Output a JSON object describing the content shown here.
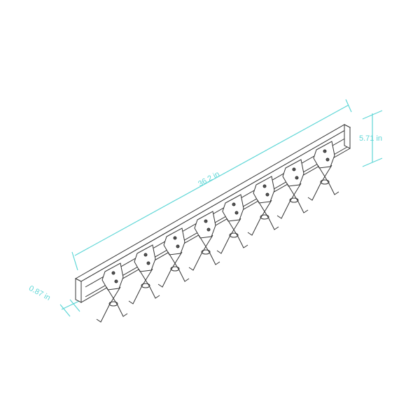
{
  "diagram": {
    "subject": "wall-mounted rail with 8 pivoting hooks",
    "hook_count": 8,
    "colors": {
      "dimension": "#5ed6d6",
      "line": "#333333",
      "background": "#ffffff"
    },
    "dimensions": {
      "length": "36.2 in",
      "height": "5.71 in",
      "depth": "0.87 in"
    }
  }
}
